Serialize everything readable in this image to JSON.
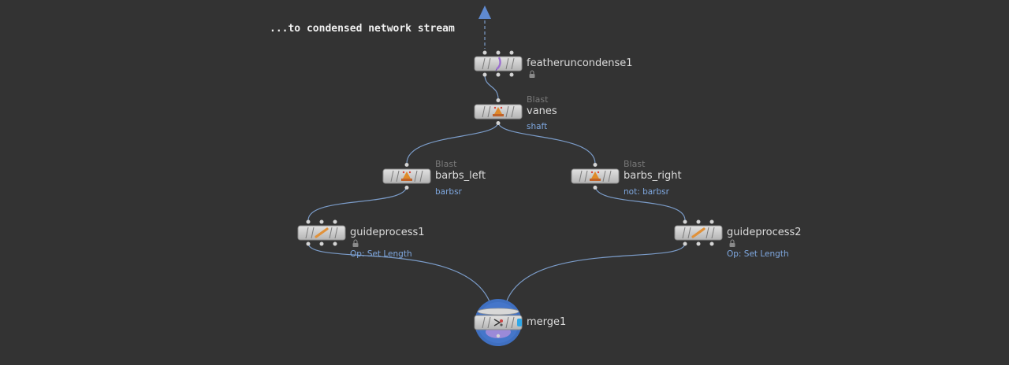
{
  "sticky_note": {
    "text": "...to condensed network stream"
  },
  "colors": {
    "background": "#333333",
    "wire": "#7b9cc9",
    "output_arrow": "#5f8ad0",
    "node_body": "#cfcfcf",
    "merge_ring": "#3f6fc0",
    "merge_highlight": "#2fa8e8"
  },
  "nodes": {
    "featheruncondense1": {
      "name": "featheruncondense1",
      "icon": "feather-icon",
      "locked": true
    },
    "vanes": {
      "type": "Blast",
      "name": "vanes",
      "info": "shaft",
      "icon": "blast-icon"
    },
    "barbs_left": {
      "type": "Blast",
      "name": "barbs_left",
      "info": "barbsr",
      "icon": "blast-icon"
    },
    "barbs_right": {
      "type": "Blast",
      "name": "barbs_right",
      "info": "not: barbsr",
      "icon": "blast-icon"
    },
    "guideprocess1": {
      "name": "guideprocess1",
      "info": "Op: Set Length",
      "icon": "guide-process-icon",
      "locked": true
    },
    "guideprocess2": {
      "name": "guideprocess2",
      "info": "Op: Set Length",
      "icon": "guide-process-icon",
      "locked": true
    },
    "merge1": {
      "name": "merge1",
      "icon": "merge-icon"
    }
  }
}
